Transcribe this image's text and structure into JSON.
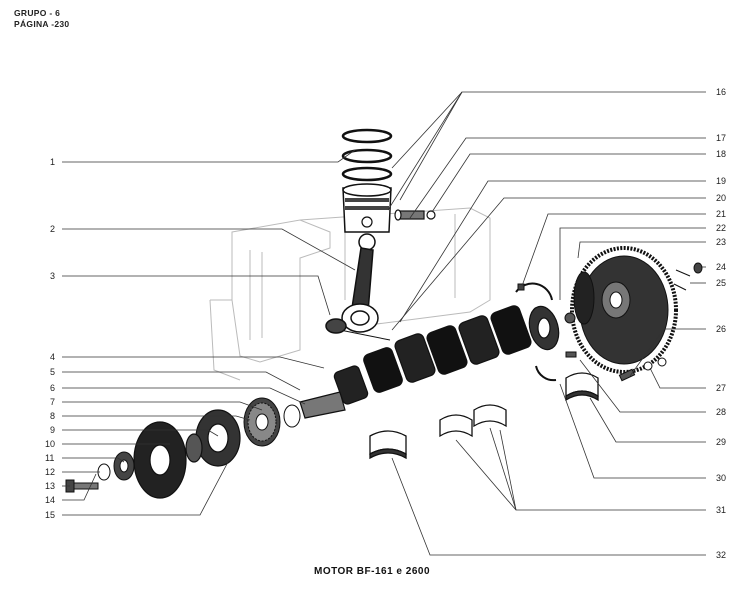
{
  "header": {
    "group": "GRUPO -   6",
    "page": "PÁGINA -230"
  },
  "caption": "MOTOR  BF-161 e 2600",
  "callouts": {
    "left": [
      "1",
      "2",
      "3",
      "4",
      "5",
      "6",
      "7",
      "8",
      "9",
      "10",
      "11",
      "12",
      "13",
      "14",
      "15"
    ],
    "right": [
      "16",
      "17",
      "18",
      "19",
      "20",
      "21",
      "22",
      "23",
      "24",
      "25",
      "26",
      "27",
      "28",
      "29",
      "30",
      "31",
      "32"
    ]
  }
}
